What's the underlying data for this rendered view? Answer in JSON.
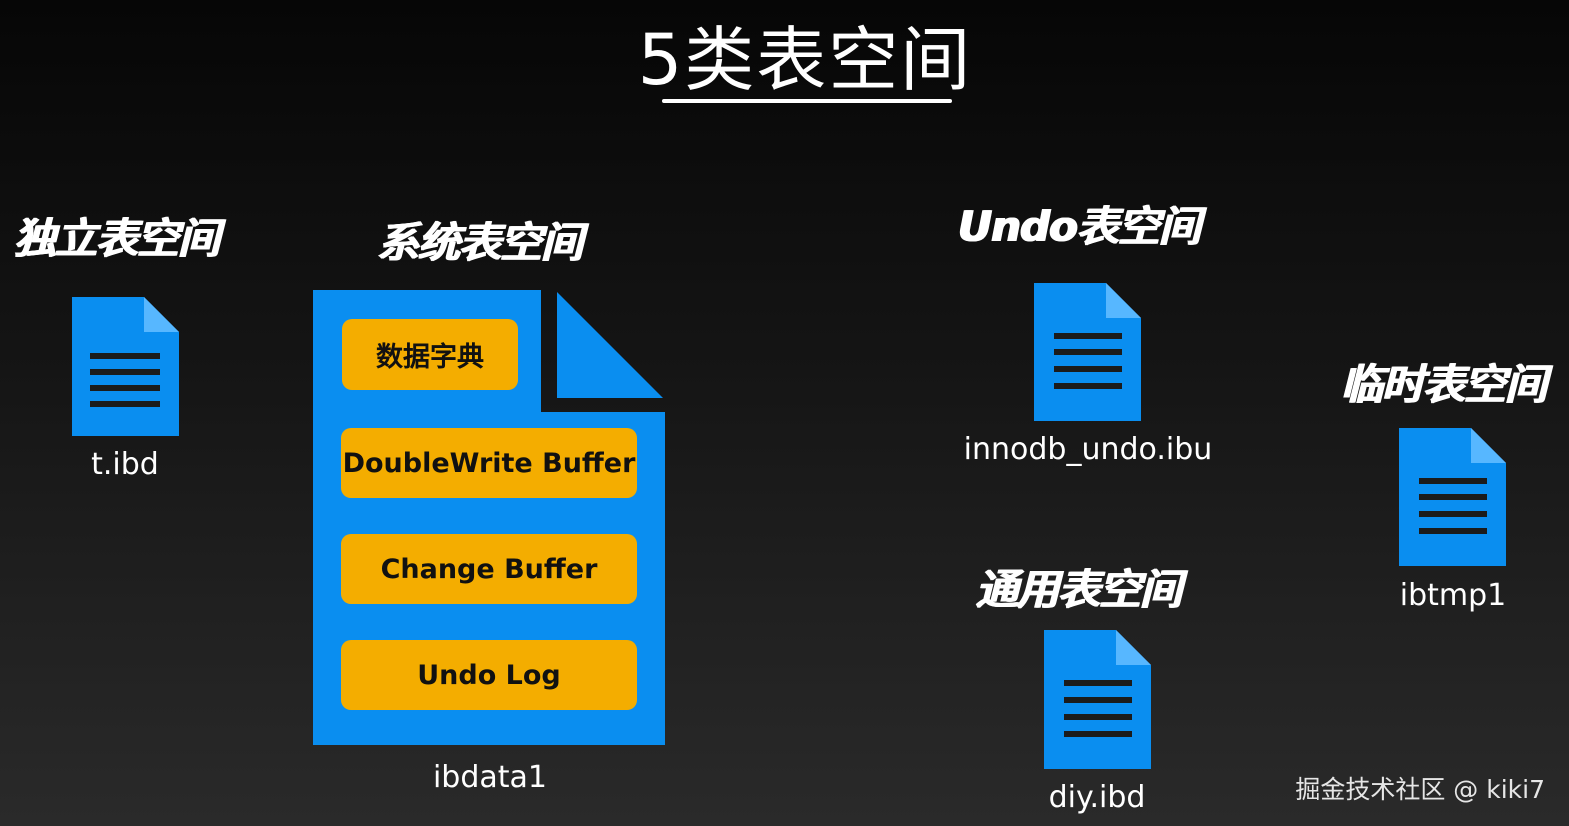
{
  "title": "5类表空间",
  "sections": {
    "independent": {
      "title": "独立表空间",
      "file": "t.ibd"
    },
    "system": {
      "title": "系统表空间",
      "file": "ibdata1",
      "components": [
        "数据字典",
        "DoubleWrite Buffer",
        "Change Buffer",
        "Undo Log"
      ]
    },
    "undo": {
      "title": "Undo表空间",
      "file": "innodb_undo.ibu"
    },
    "general": {
      "title": "通用表空间",
      "file": "diy.ibd"
    },
    "temporary": {
      "title": "临时表空间",
      "file": "ibtmp1"
    }
  },
  "icons": {
    "file": "document-icon",
    "system_file": "large-document-icon"
  },
  "colors": {
    "file_blue": "#0a8ef0",
    "pill_orange": "#f4ad00",
    "lines_dark": "#1b1b1b"
  },
  "watermark": "掘金技术社区 @ kiki7"
}
